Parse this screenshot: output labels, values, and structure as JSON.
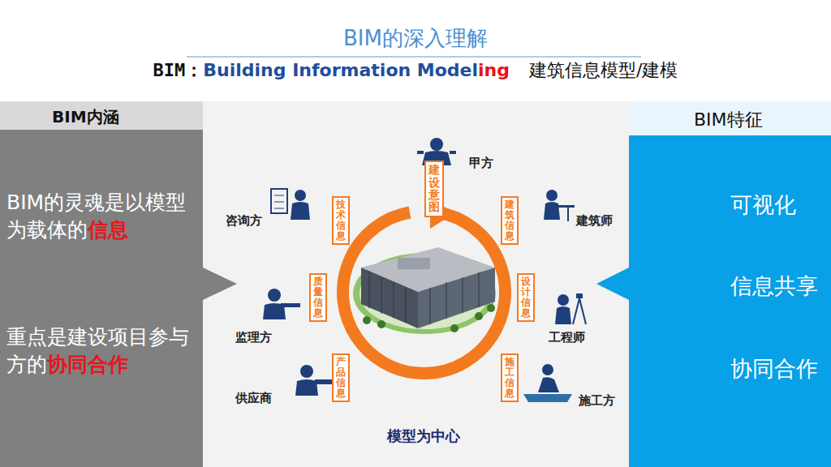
{
  "diagram": {
    "title": "BIM的深入理解",
    "nodes": [
      {
        "text": [
          "BIM内涵",
          "BIM的灵魂是以模型为载体的",
          "信息",
          "重点是建设项目参与方的",
          "协同合作"
        ]
      },
      {
        "text": [
          "建设意图"
        ]
      },
      {
        "text": [
          "建筑信息"
        ]
      },
      {
        "text": [
          "设计信息"
        ]
      },
      {
        "text": [
          "施工信息"
        ]
      },
      {
        "text": [
          "产品信息"
        ]
      },
      {
        "text": [
          "质量信息"
        ]
      },
      {
        "text": [
          "技术信息"
        ]
      },
      {
        "text": [
          "BIM特征",
          "可视化",
          "信息共享",
          "协同合作"
        ]
      }
    ],
    "labels": [
      "BIM：",
      "Building Information Model",
      "ing",
      "建筑信息模型/建模",
      "甲方",
      "建筑师",
      "工程师",
      "施工方",
      "供应商",
      "监理方",
      "咨询方",
      "模型为中心"
    ]
  }
}
